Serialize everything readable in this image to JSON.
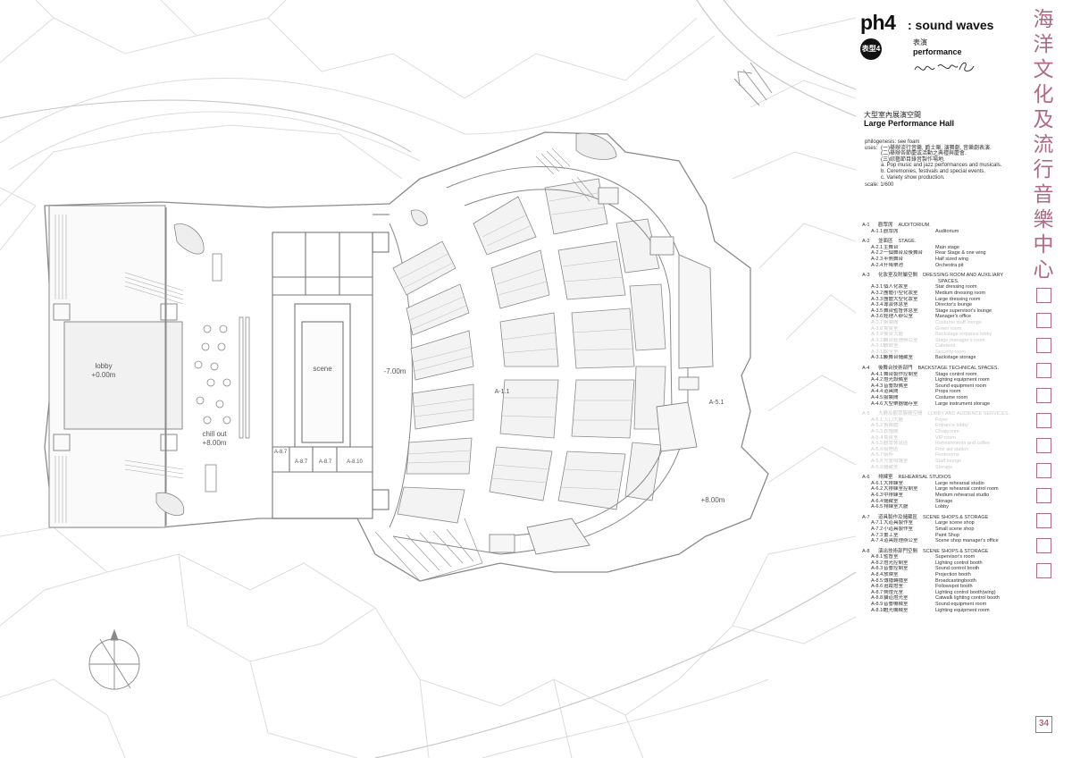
{
  "header": {
    "code": "ph4",
    "title": ": sound waves",
    "badge": "表型4",
    "category_zh": "表演",
    "category_en": "performance"
  },
  "hall": {
    "name_zh": "大型室內展演空間",
    "name_en": "Large Performance Hall"
  },
  "phylogenesis": {
    "line": "philogenesis: see foam",
    "uses_label": "uses:",
    "uses": [
      "(一)舉辦流行音樂, 爵士樂, 演舞劇, 音樂劇表演.",
      "(二)舉辦各節慶或活動之典禮與慶會.",
      "(三)綜藝節目錄音製作場地.",
      "a. Pop music and jazz performances and musicals.",
      "b. Ceremonies, festivals and special events.",
      "c. Variety show production."
    ],
    "scale": "scale: 1/600"
  },
  "room_groups": [
    {
      "code": "A-1",
      "zh": "觀眾席",
      "en": "AUDITORIUM.",
      "faded": false,
      "items": [
        {
          "code": "A-1.1",
          "zh": "觀眾席",
          "en": "Auditorium"
        }
      ]
    },
    {
      "code": "A-2",
      "zh": "並面區",
      "en": "STAGE.",
      "faded": false,
      "items": [
        {
          "code": "A-2.1",
          "zh": "主舞台",
          "en": "Main stage"
        },
        {
          "code": "A-2.2",
          "zh": "一個舞台及後舞台",
          "en": "Rear Stage & one wing"
        },
        {
          "code": "A-2.3",
          "zh": "半側舞台",
          "en": "Half sized wing"
        },
        {
          "code": "A-2.4",
          "zh": "升降樂池",
          "en": "Orchestra pit"
        }
      ]
    },
    {
      "code": "A-3",
      "zh": "化妝室及附屬空間",
      "en": "DRESSING ROOM AND AUXILIARY",
      "en2": "SPACES.",
      "faded": false,
      "items": [
        {
          "code": "A-3.1",
          "zh": "個人化妝室",
          "en": "Star dressing room"
        },
        {
          "code": "A-3.2",
          "zh": "團體小型化妝室",
          "en": "Medium dressing room"
        },
        {
          "code": "A-3.3",
          "zh": "團體大型化妝室",
          "en": "Large dressing room"
        },
        {
          "code": "A-3.4",
          "zh": "導演休息室",
          "en": "Director's lounge"
        },
        {
          "code": "A-3.5",
          "zh": "舞台監督休息室",
          "en": "Stage supervisor's lounge"
        },
        {
          "code": "A-3.6",
          "zh": "經理人辦公室",
          "en": "Manager's office"
        }
      ],
      "faded_items": [
        {
          "code": "A-3.7",
          "zh": "服裝間",
          "en": "Costume staff lounge"
        },
        {
          "code": "A-3.8",
          "zh": "貴賓室",
          "en": "Green room"
        },
        {
          "code": "A-3.9",
          "zh": "後台大廳",
          "en": "Backstage entrance lobby"
        },
        {
          "code": "A-3.10",
          "zh": "舞台經理辦公室",
          "en": "Stage manager's room"
        },
        {
          "code": "A-3.11",
          "zh": "餐飲室",
          "en": "Cafeteria"
        },
        {
          "code": "A-3.12",
          "zh": "保全室",
          "en": "Security room"
        }
      ],
      "tail_items": [
        {
          "code": "A-3.13",
          "zh": "後舞台儲藏室",
          "en": "Backstage storage"
        }
      ]
    },
    {
      "code": "A-4",
      "zh": "後舞台技術部門",
      "en": "BACKSTAGE TECHNICAL SPACES.",
      "faded": false,
      "items": [
        {
          "code": "A-4.1",
          "zh": "舞台製作控制室",
          "en": "Stage control room"
        },
        {
          "code": "A-4.2",
          "zh": "燈光設備室",
          "en": "Lighting equipment room"
        },
        {
          "code": "A-4.3",
          "zh": "音響設備室",
          "en": "Sound equipment room"
        },
        {
          "code": "A-4.4",
          "zh": "道具間",
          "en": "Props room"
        },
        {
          "code": "A-4.5",
          "zh": "服裝間",
          "en": "Costume room"
        },
        {
          "code": "A-4.6",
          "zh": "大型樂器儲存室",
          "en": "Large instrument storage"
        }
      ]
    },
    {
      "code": "A-5",
      "zh": "大廳及觀眾服務空間",
      "en": "LOBBY AND AUDIENCE SERVICES.",
      "faded": true,
      "items": [
        {
          "code": "A-5.1",
          "zh": "入口大廳",
          "en": "Foyer"
        },
        {
          "code": "A-5.2",
          "zh": "售票處",
          "en": "Entrance lobby"
        },
        {
          "code": "A-5.3",
          "zh": "衣帽間",
          "en": "Cloakroom"
        },
        {
          "code": "A-5.4",
          "zh": "貴賓室",
          "en": "VIP room"
        },
        {
          "code": "A-5.5",
          "zh": "觀眾休息區",
          "en": "Refreshments and coffee"
        },
        {
          "code": "A-5.6",
          "zh": "吸煙區",
          "en": "First aid station"
        },
        {
          "code": "A-5.7",
          "zh": "廁所",
          "en": "Restrooms"
        },
        {
          "code": "A-5.8",
          "zh": "兒童照護室",
          "en": "Staff lounge"
        },
        {
          "code": "A-5.9",
          "zh": "儲藏室",
          "en": "Storage"
        }
      ]
    },
    {
      "code": "A-6",
      "zh": "排練室",
      "en": "REHEARSAL STUDIOS",
      "faded": false,
      "items": [
        {
          "code": "A-6.1",
          "zh": "大排練室",
          "en": "Large rehearsal studio"
        },
        {
          "code": "A-6.2",
          "zh": "大排練室控制室",
          "en": "Large rehearsal control room"
        },
        {
          "code": "A-6.3",
          "zh": "中排練室",
          "en": "Medium rehearsal studio"
        },
        {
          "code": "A-6.4",
          "zh": "儲藏室",
          "en": "Storage"
        },
        {
          "code": "A-6.5",
          "zh": "排練室大廳",
          "en": "Lobby"
        }
      ]
    },
    {
      "code": "A-7",
      "zh": "道具製作及儲藏區",
      "en": "SCENE SHOPS & STORAGE",
      "faded": false,
      "items": [
        {
          "code": "A-7.1",
          "zh": "大道具製作室",
          "en": "Large scene shop"
        },
        {
          "code": "A-7.2",
          "zh": "小道具製作室",
          "en": "Small scene shop"
        },
        {
          "code": "A-7.3",
          "zh": "畫工室",
          "en": "Paint Shop"
        },
        {
          "code": "A-7.4",
          "zh": "道具經理辦公室",
          "en": "Scene shop manager's office"
        }
      ]
    },
    {
      "code": "A-8",
      "zh": "演出技術部門空間",
      "en": "SCENE SHOPS & STORAGE",
      "faded": false,
      "items": [
        {
          "code": "A-8.1",
          "zh": "監督室",
          "en": "Supervisor's room"
        },
        {
          "code": "A-8.2",
          "zh": "燈光控制室",
          "en": "Lighting control booth"
        },
        {
          "code": "A-8.3",
          "zh": "音響控制室",
          "en": "Sound control booth"
        },
        {
          "code": "A-8.4",
          "zh": "放映室",
          "en": "Projection booth"
        },
        {
          "code": "A-8.5",
          "zh": "傳播轉播室",
          "en": "Broadcastingbooth"
        },
        {
          "code": "A-8.6",
          "zh": "追蹤燈室",
          "en": "Followspot booth"
        },
        {
          "code": "A-8.7",
          "zh": "側燈光室",
          "en": "Lighting control booth(wing)"
        },
        {
          "code": "A-8.8",
          "zh": "貓道燈光室",
          "en": "Catwalk lighting control booth"
        },
        {
          "code": "A-8.9",
          "zh": "音響機械室",
          "en": "Sound equipment room"
        },
        {
          "code": "A-8.10",
          "zh": "燈光機械室",
          "en": "Lighting equipment room"
        }
      ]
    }
  ],
  "plan_labels": {
    "lobby": "lobby",
    "lobby_level": "+0.00m",
    "chill_out": "chill out",
    "chill_level": "+8.00m",
    "scene": "scene",
    "pit_level": "-7.00m",
    "auditorium": "A-1.1",
    "a51": "A-5.1",
    "right_level": "+8.00m",
    "a87a": "A-8.7",
    "a87b": "A-8.7",
    "a87c": "A-8.7",
    "a810": "A-8.10"
  },
  "vertical_title": [
    "海",
    "洋",
    "文",
    "化",
    "及",
    "流",
    "行",
    "音",
    "樂",
    "中",
    "心"
  ],
  "vertical_box_count": 12,
  "page_number": "34",
  "colors": {
    "accent": "#b06a86",
    "line": "#8a8a8a",
    "light_line": "#cfcfcf"
  }
}
